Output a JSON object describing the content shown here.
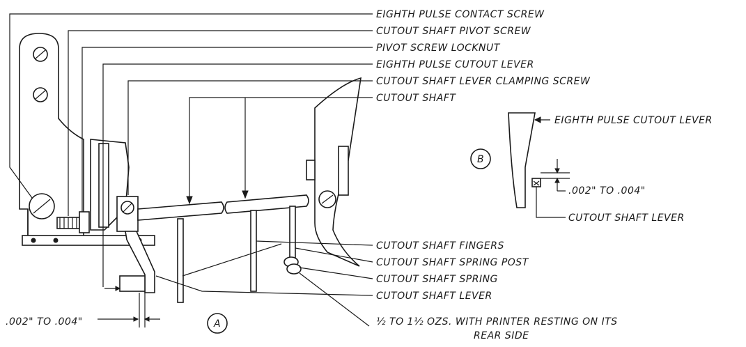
{
  "labels": {
    "eighth_pulse_contact_screw": "EIGHTH PULSE CONTACT SCREW",
    "cutout_shaft_pivot_screw": "CUTOUT SHAFT PIVOT SCREW",
    "pivot_screw_locknut": "PIVOT SCREW LOCKNUT",
    "eighth_pulse_cutout_lever": "EIGHTH PULSE CUTOUT LEVER",
    "cutout_shaft_lever_clamping_screw": "CUTOUT SHAFT LEVER CLAMPING SCREW",
    "cutout_shaft": "CUTOUT SHAFT",
    "cutout_shaft_fingers": "CUTOUT SHAFT FINGERS",
    "cutout_shaft_spring_post": "CUTOUT SHAFT SPRING POST",
    "cutout_shaft_spring": "CUTOUT SHAFT SPRING",
    "cutout_shaft_lever": "CUTOUT SHAFT LEVER",
    "clearance_a": ".002\" TO .004\"",
    "tension_line1": "½ TO 1½ OZS. WITH PRINTER RESTING ON ITS",
    "tension_line2": "REAR SIDE",
    "view_a": "A"
  },
  "detail_b": {
    "title": "B",
    "eighth_pulse_cutout_lever": "EIGHTH PULSE CUTOUT LEVER",
    "clearance": ".002\" TO .004\"",
    "cutout_shaft_lever": "CUTOUT SHAFT LEVER"
  }
}
